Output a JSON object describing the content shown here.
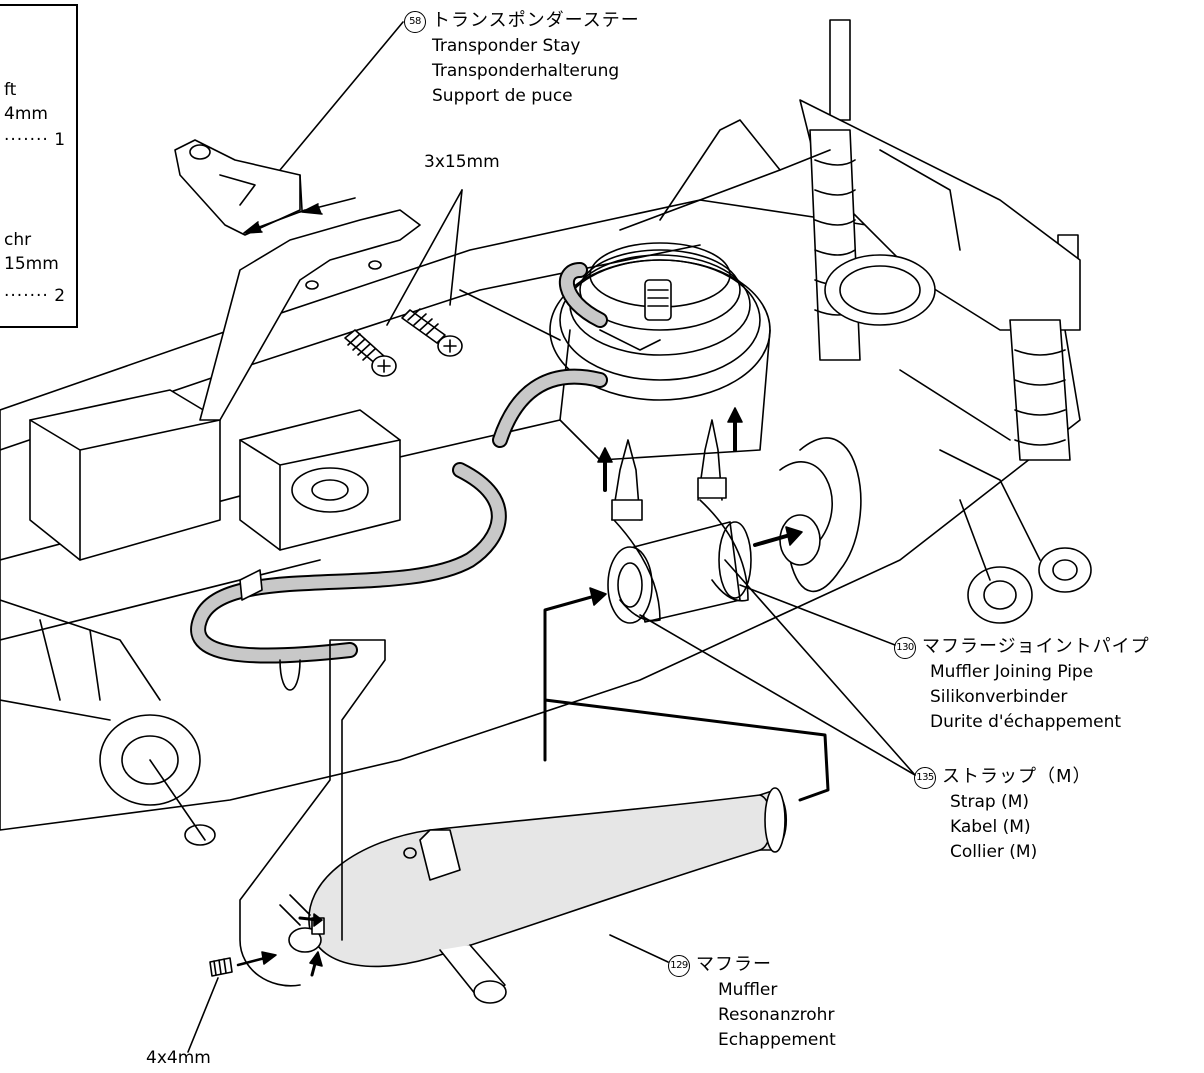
{
  "parts_box": {
    "part1_name_fragment": "ft",
    "part1_size_fragment": "4mm",
    "part1_qty": "1",
    "part2_name_fragment": "chr",
    "part2_size_fragment": "15mm",
    "part2_qty": "2"
  },
  "callouts": {
    "transponder_stay": {
      "number": "58",
      "jp": "トランスポンダーステー",
      "en": "Transponder Stay",
      "de": "Transponderhalterung",
      "fr": "Support de puce"
    },
    "muffler_joining_pipe": {
      "number": "130",
      "jp": "マフラージョイントパイプ",
      "en": "Muffler Joining Pipe",
      "de": "Silikonverbinder",
      "fr": "Durite d'échappement"
    },
    "strap": {
      "number": "135",
      "jp": "ストラップ（M）",
      "en": "Strap (M)",
      "de": "Kabel (M)",
      "fr": "Collier (M)"
    },
    "muffler": {
      "number": "129",
      "jp": "マフラー",
      "en": "Muffler",
      "de": "Resonanzrohr",
      "fr": "Echappement"
    }
  },
  "screw_labels": {
    "screw_3x15": "3x15mm",
    "set_screw_4x4": "4x4mm"
  },
  "colors": {
    "line": "#000000",
    "pipe_fill": "#c8c8c8",
    "muffler_shade": "#e6e6e6",
    "background": "#ffffff"
  }
}
